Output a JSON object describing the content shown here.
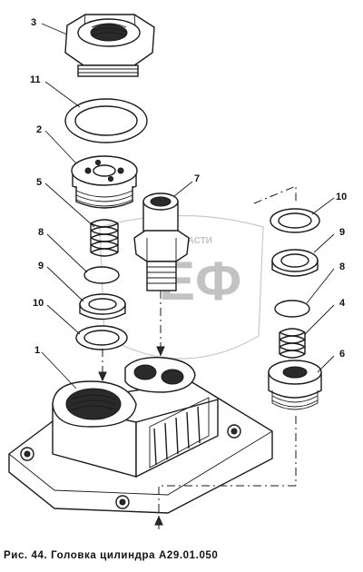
{
  "caption": "Рис. 44. Головка цилиндра А29.01.050",
  "watermark": {
    "text_top": "УРАЛ ЗАПЧАСТИ",
    "text_big": "ЕФ"
  },
  "callouts": {
    "c1": "1",
    "c2": "2",
    "c3": "3",
    "c4": "4",
    "c5": "5",
    "c6": "6",
    "c7": "7",
    "c8_left": "8",
    "c8_right": "8",
    "c9_left": "9",
    "c9_right": "9",
    "c10_left": "10",
    "c10_right": "10",
    "c11": "11"
  }
}
